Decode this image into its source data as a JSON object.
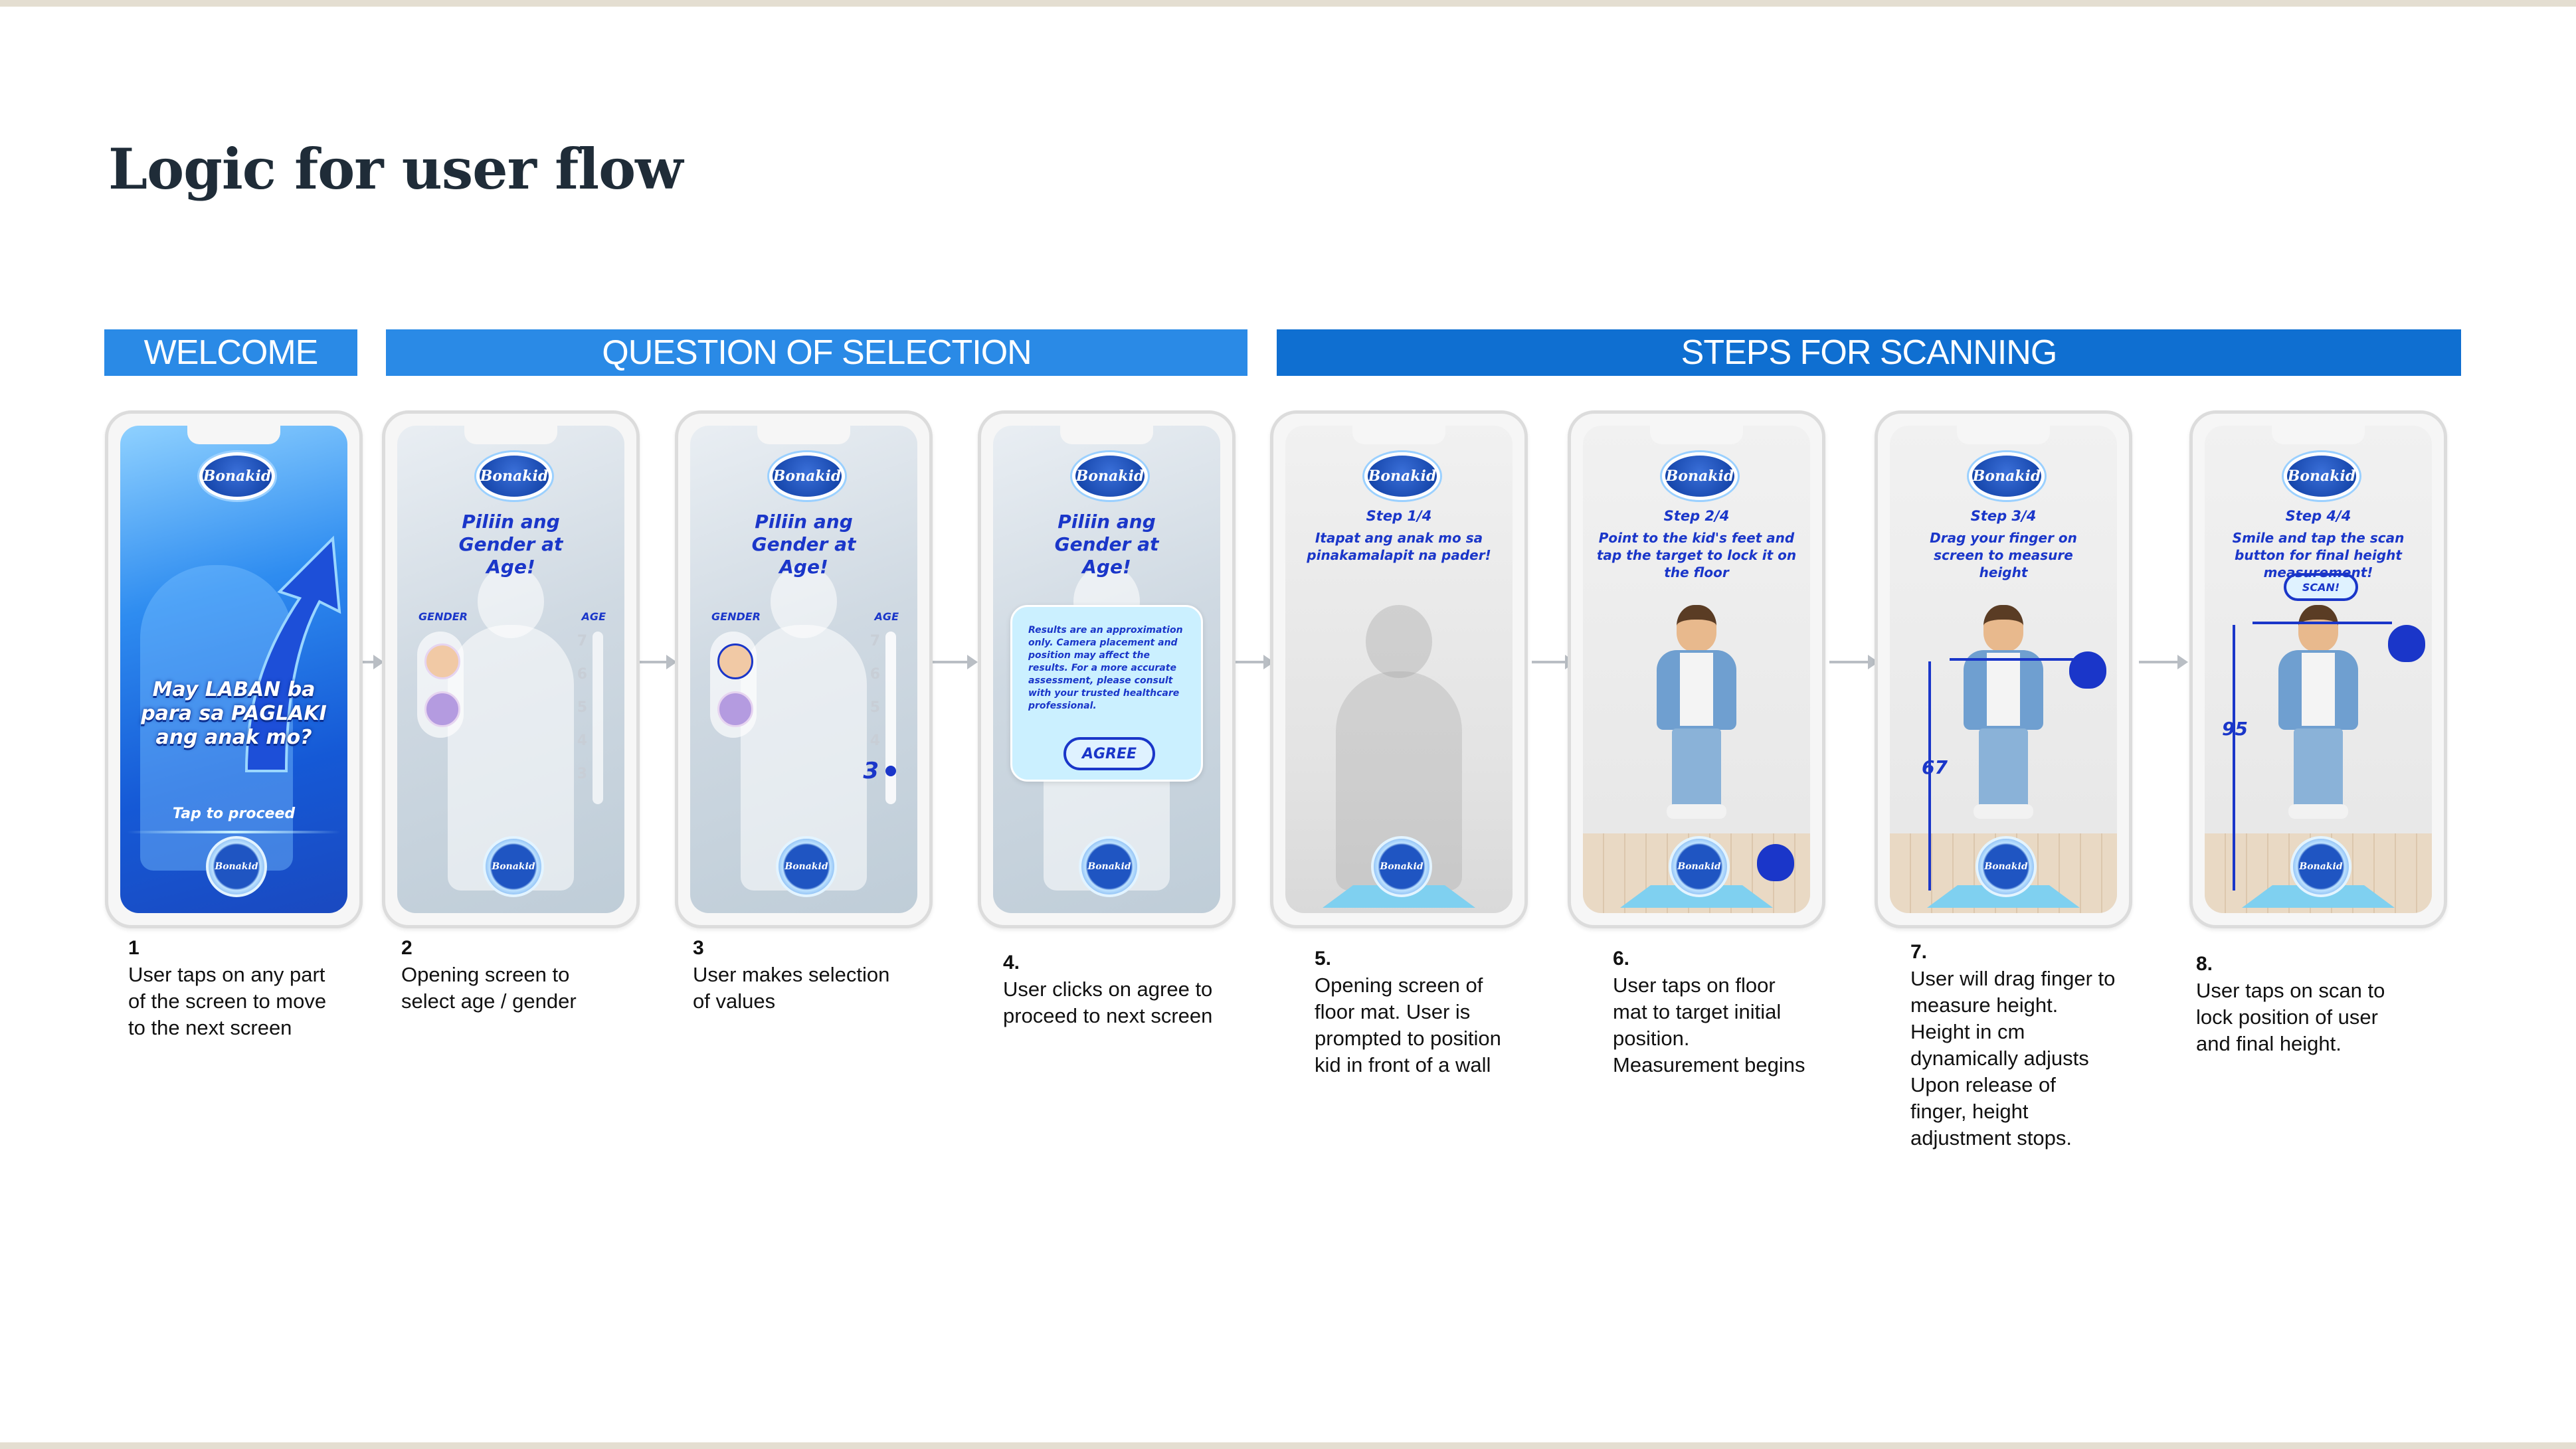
{
  "title": "Logic for user flow",
  "sections": {
    "welcome": "WELCOME",
    "question": "QUESTION OF SELECTION",
    "scanning": "STEPS FOR SCANNING"
  },
  "colors": {
    "band_welcome": "#2a8ae6",
    "band_question": "#2a8ae6",
    "band_scanning": "#0f6fd1",
    "brand_blue": "#1a36c9"
  },
  "screens": [
    {
      "heading": "May LABAN ba para sa PAGLAKI ang anak mo?",
      "cta": "Tap to proceed",
      "caption_num": "1",
      "caption": "User taps on any part of the screen to move to the next screen"
    },
    {
      "heading": "Piliin ang Gender at Age!",
      "gender_label": "GENDER",
      "age_label": "AGE",
      "ages": [
        "7",
        "6",
        "5",
        "4",
        "3"
      ],
      "caption_num": "2",
      "caption": "Opening screen to select age / gender"
    },
    {
      "heading": "Piliin ang Gender at Age!",
      "gender_label": "GENDER",
      "age_label": "AGE",
      "ages": [
        "7",
        "6",
        "5",
        "4"
      ],
      "selected_age": "3",
      "caption_num": "3",
      "caption": "User makes selection of values"
    },
    {
      "heading": "Piliin ang Gender at Age!",
      "disclaimer": "Results are an approximation only. Camera placement and position may affect the results. For a more accurate assessment, please consult with your trusted healthcare professional.",
      "agree": "AGREE",
      "caption_num": "4.",
      "caption": "User clicks on agree to proceed to next screen"
    },
    {
      "step": "Step 1/4",
      "heading": "Itapat ang anak mo sa pinakamalapit na pader!",
      "caption_num": "5.",
      "caption": "Opening screen of floor mat. User is prompted to position kid in front of a wall"
    },
    {
      "step": "Step 2/4",
      "heading": "Point to the kid's feet and tap the target to lock it on the floor",
      "caption_num": "6.",
      "caption": "User taps on floor mat to target initial position. Measurement begins"
    },
    {
      "step": "Step 3/4",
      "heading": "Drag your finger on screen to measure height",
      "height": "67",
      "caption_num": "7.",
      "caption": "User will drag finger to measure height. Height in cm dynamically adjusts Upon release of finger, height adjustment stops."
    },
    {
      "step": "Step 4/4",
      "heading": "Smile and tap the scan button for final height measurement!",
      "scan": "SCAN!",
      "height": "95",
      "caption_num": "8.",
      "caption": "User taps on scan to lock position of user and final height."
    }
  ],
  "brand": "Bonakid",
  "icons": [
    "tap-hand-icon",
    "arrow-up-icon",
    "boy-avatar-icon",
    "girl-avatar-icon"
  ]
}
